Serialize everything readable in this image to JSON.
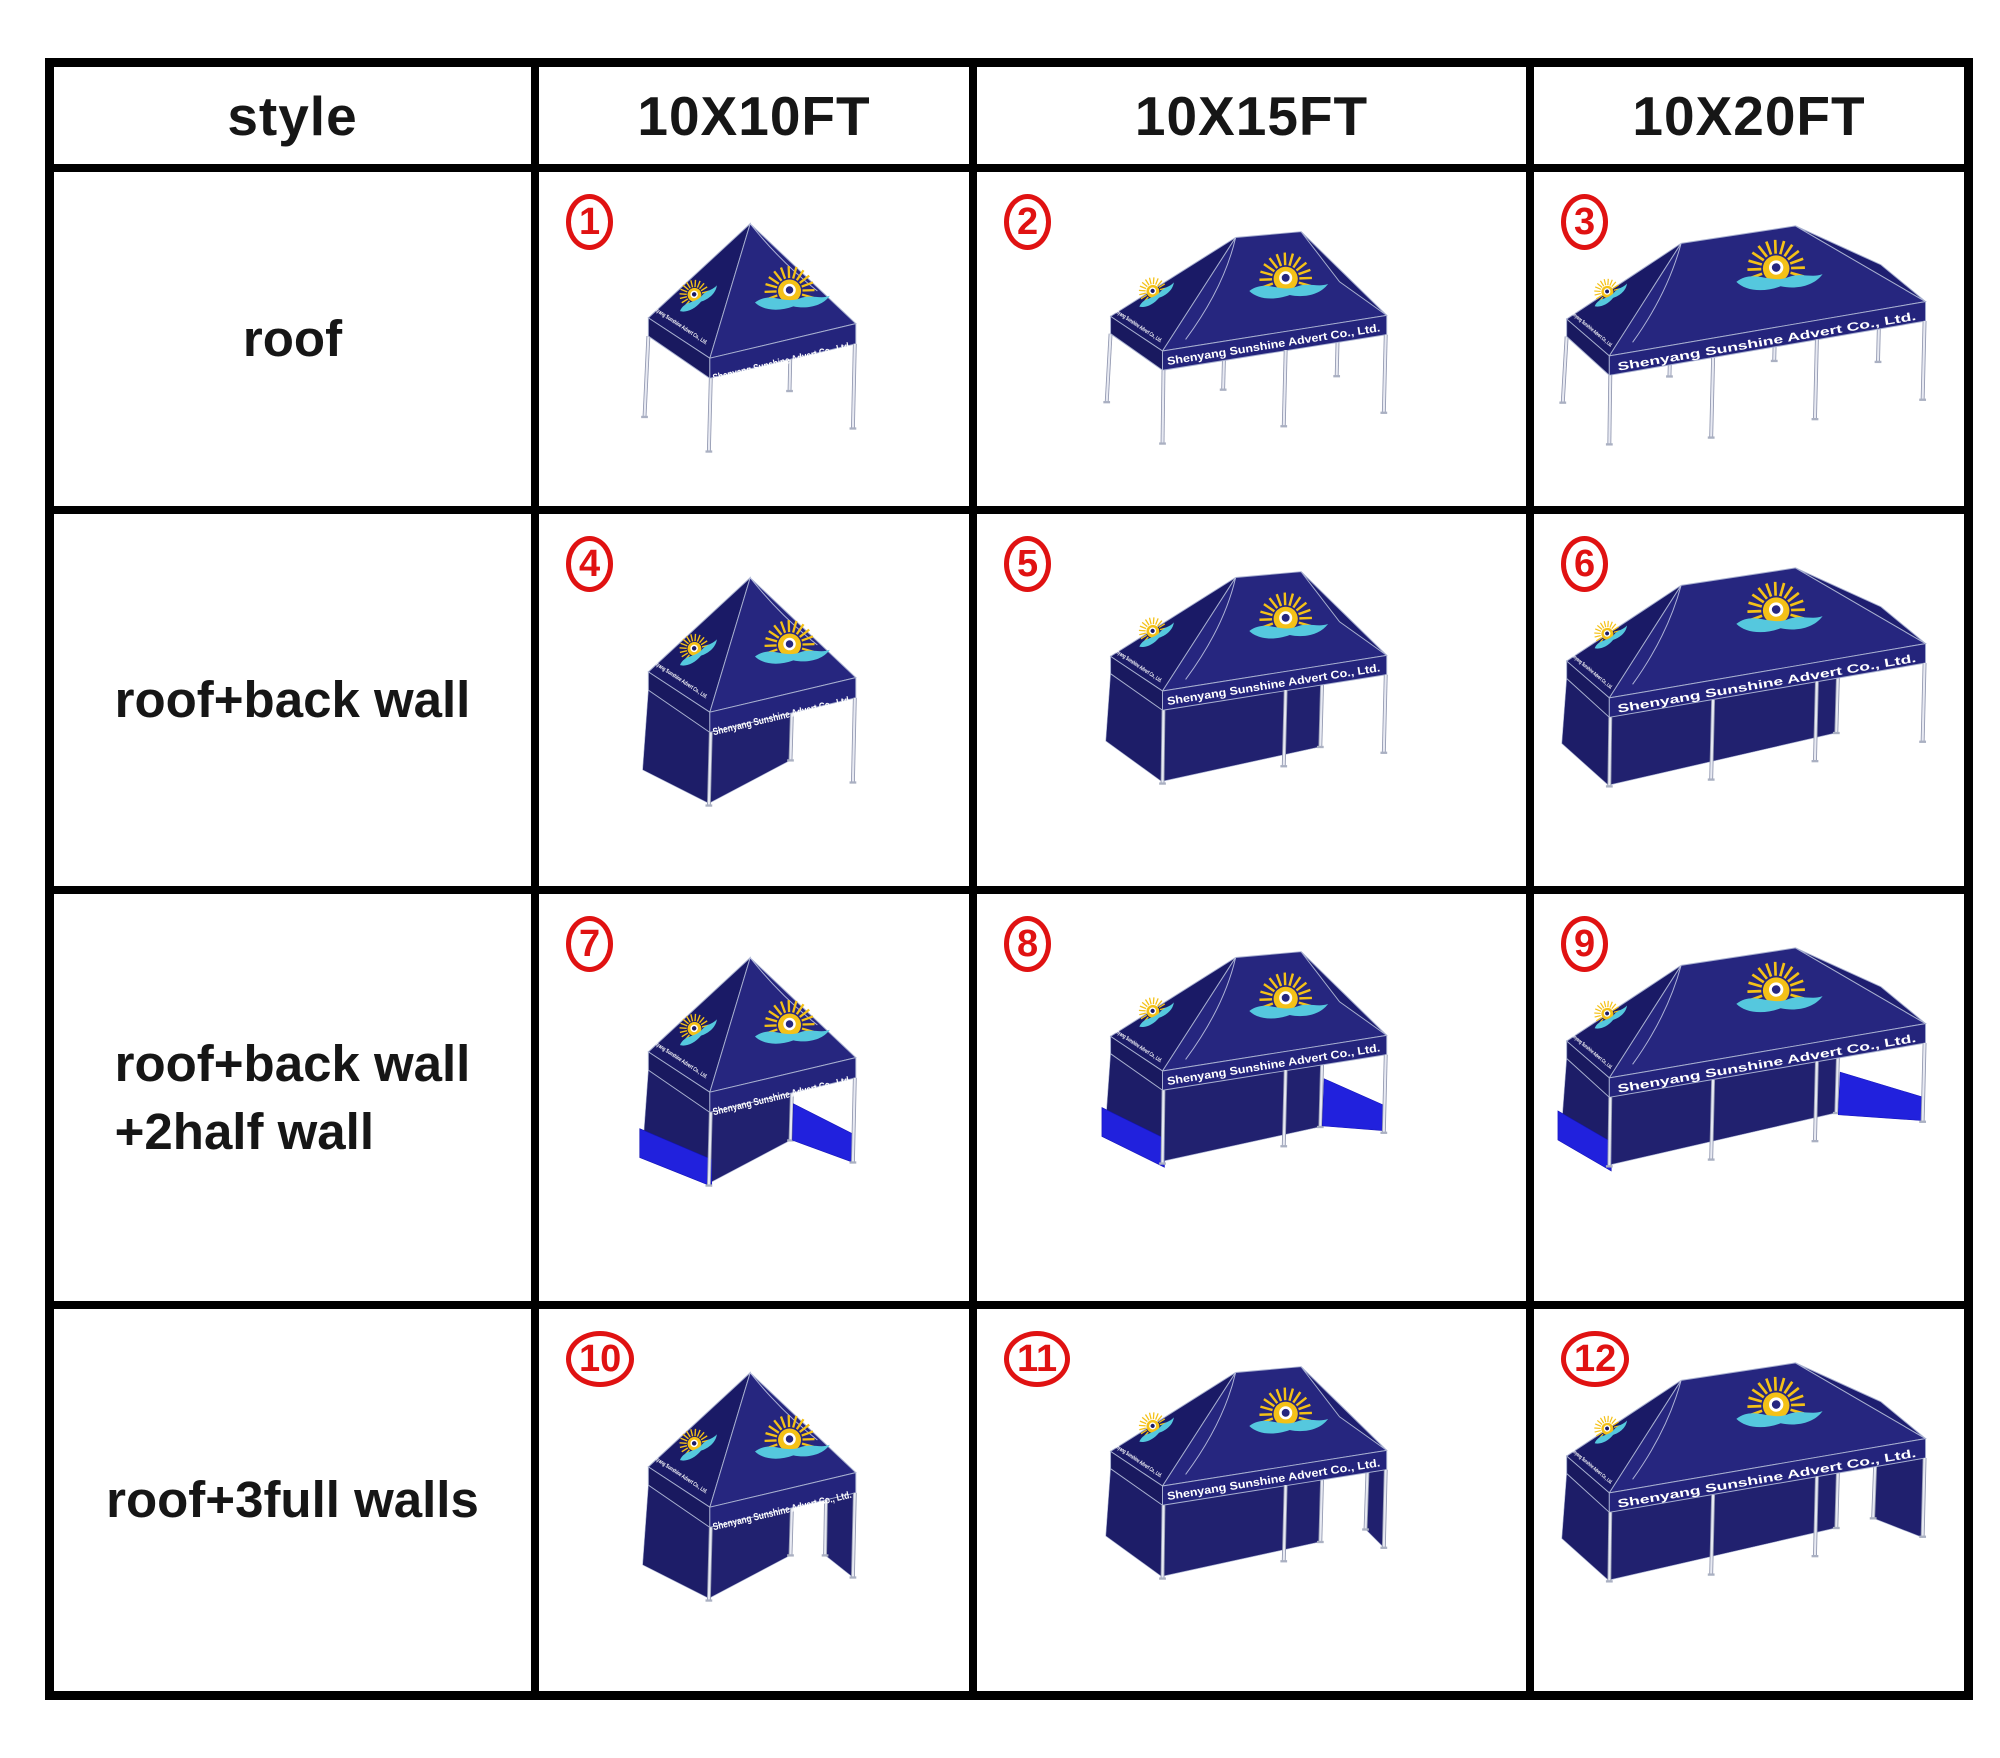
{
  "table": {
    "header": {
      "style": "style",
      "sizes": [
        "10X10FT",
        "10X15FT",
        "10X20FT"
      ]
    },
    "rows": [
      {
        "label": "roof",
        "cells": [
          {
            "number": "1"
          },
          {
            "number": "2"
          },
          {
            "number": "3"
          }
        ]
      },
      {
        "label": "roof+back wall",
        "cells": [
          {
            "number": "4"
          },
          {
            "number": "5"
          },
          {
            "number": "6"
          }
        ]
      },
      {
        "label": "roof+back wall",
        "label_line2": "+2half wall",
        "cells": [
          {
            "number": "7"
          },
          {
            "number": "8"
          },
          {
            "number": "9"
          }
        ]
      },
      {
        "label": "roof+3full walls",
        "cells": [
          {
            "number": "10"
          },
          {
            "number": "11"
          },
          {
            "number": "12"
          }
        ]
      }
    ]
  },
  "tent": {
    "banner_text": "Shenyang Sunshine Advert Co., Ltd.",
    "colors": {
      "roof_front": "#26267f",
      "roof_left": "#1a1a66",
      "roof_end": "#1e1e70",
      "valance_front": "#24247c",
      "valance_left": "#19195f",
      "wall_left": "#1d1d68",
      "wall_back": "#21216f",
      "wall_strip": "#20206e",
      "half_wall_blue": "#2121dd",
      "sun_yellow": "#f4c117",
      "wave_teal": "#55c8de",
      "banner_text_color": "#ffffff",
      "badge_red": "#e01212",
      "leg_light": "#e7e9f2",
      "leg_dark": "#9298b0"
    }
  }
}
